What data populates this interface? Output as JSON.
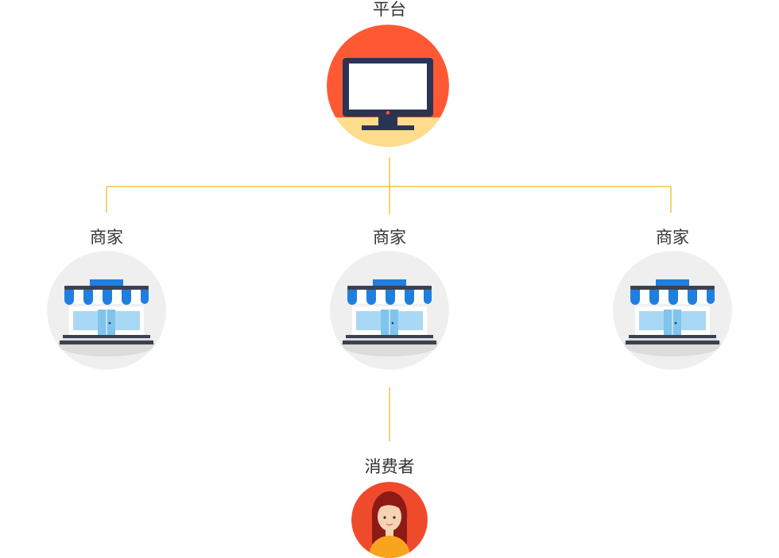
{
  "colors": {
    "connector": "#F5C244",
    "platform_bg": "#FF5934",
    "platform_band": "#FDDC8C",
    "monitor_frame": "#2C3453",
    "monitor_screen": "#FFFFFF",
    "store_bg": "#EFEFEF",
    "awning_blue": "#1E7FE0",
    "window_blue": "#A8D8F4",
    "consumer_bg": "#F04A2D",
    "hair": "#8E1A16",
    "skin": "#F6D3B2",
    "shirt": "#F9A41E"
  },
  "platform": {
    "label": "平台",
    "icon": "monitor-icon"
  },
  "merchants": [
    {
      "label": "商家",
      "icon": "storefront-icon"
    },
    {
      "label": "商家",
      "icon": "storefront-icon"
    },
    {
      "label": "商家",
      "icon": "storefront-icon"
    }
  ],
  "consumer": {
    "label": "消费者",
    "icon": "woman-avatar-icon"
  }
}
